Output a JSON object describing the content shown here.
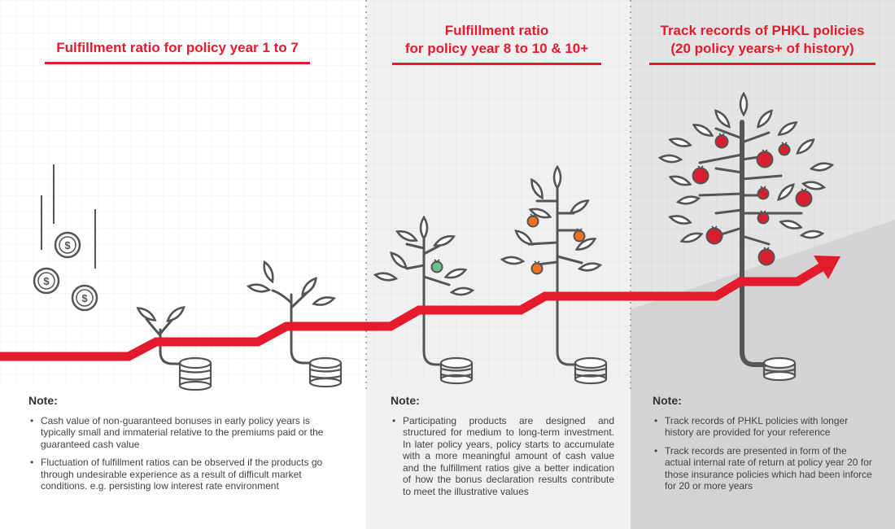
{
  "columns": [
    {
      "title_lines": [
        "Fulfillment ratio for policy year 1 to 7"
      ],
      "note_heading": "Note:",
      "bullets": [
        "Cash value of non-guaranteed bonuses in  early policy years is typically small and immaterial relative to the premiums paid or the guaranteed cash value",
        "Fluctuation of fulfillment ratios can be observed if the products go through undesirable experience as a result of difficult market conditions.  e.g. persisting low interest rate environment"
      ]
    },
    {
      "title_lines": [
        "Fulfillment ratio",
        "for policy year 8 to 10 & 10+"
      ],
      "note_heading": "Note:",
      "bullets": [
        "Participating products are designed and structured for medium to long-term investment. In later policy years, policy starts to accumulate with a more meaningful amount of cash value and the fulfillment ratios give a better indication of how the bonus declaration results contribute to meet the illustrative values"
      ]
    },
    {
      "title_lines": [
        "Track records of PHKL policies",
        "(20 policy years+ of history)"
      ],
      "note_heading": "Note:",
      "bullets": [
        "Track records of PHKL policies with longer history are provided for your reference",
        "Track records are presented in form of the actual internal rate of return at policy year 20 for those insurance policies which had been inforce for 20 or more years"
      ]
    }
  ],
  "icons": {
    "coin_symbol": "$"
  },
  "colors": {
    "accent_red": "#e31b2d",
    "panel_light": "#f0f0f0",
    "panel_dark": "#e4e4e4",
    "illustration_gray": "#555555",
    "fruit_green": "#6cc08b",
    "fruit_orange": "#f26f21",
    "fruit_red": "#d71f2f"
  }
}
